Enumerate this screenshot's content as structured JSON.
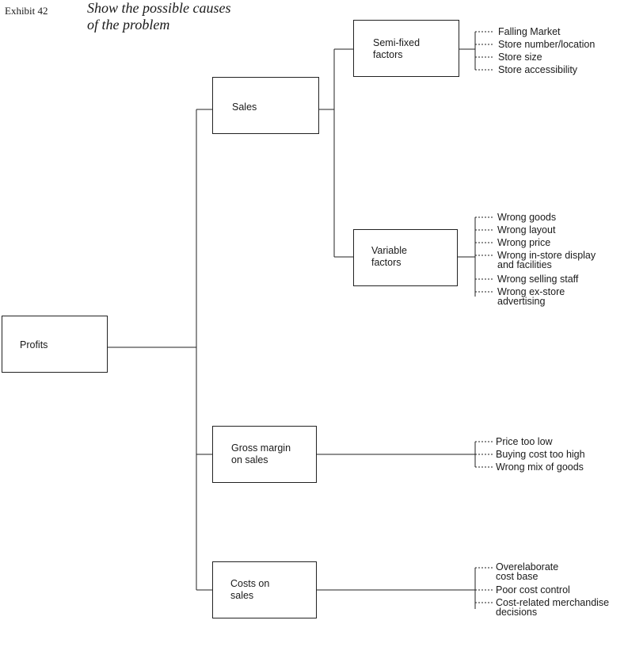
{
  "exhibit": {
    "number": "Exhibit 42",
    "title_line1": "Show the possible causes",
    "title_line2": "of the problem"
  },
  "tree": {
    "root": "Profits",
    "sales": "Sales",
    "semi_fixed": {
      "line1": "Semi-fixed",
      "line2": "factors"
    },
    "variable": {
      "line1": "Variable",
      "line2": "factors"
    },
    "gross_margin": {
      "line1": "Gross margin",
      "line2": "on sales"
    },
    "costs": {
      "line1": "Costs on",
      "line2": "sales"
    }
  },
  "leaves": {
    "semi_fixed": [
      "Falling Market",
      "Store number/location",
      "Store size",
      "Store accessibility"
    ],
    "variable": [
      [
        "Wrong goods"
      ],
      [
        "Wrong layout"
      ],
      [
        "Wrong price"
      ],
      [
        "Wrong in-store display",
        "and facilities"
      ],
      [
        "Wrong selling staff"
      ],
      [
        "Wrong ex-store",
        "advertising"
      ]
    ],
    "gross_margin": [
      "Price too low",
      "Buying cost too high",
      "Wrong mix of goods"
    ],
    "costs": [
      [
        "Overelaborate",
        "cost base"
      ],
      [
        "Poor cost control"
      ],
      [
        "Cost-related merchandise",
        "decisions"
      ]
    ]
  }
}
